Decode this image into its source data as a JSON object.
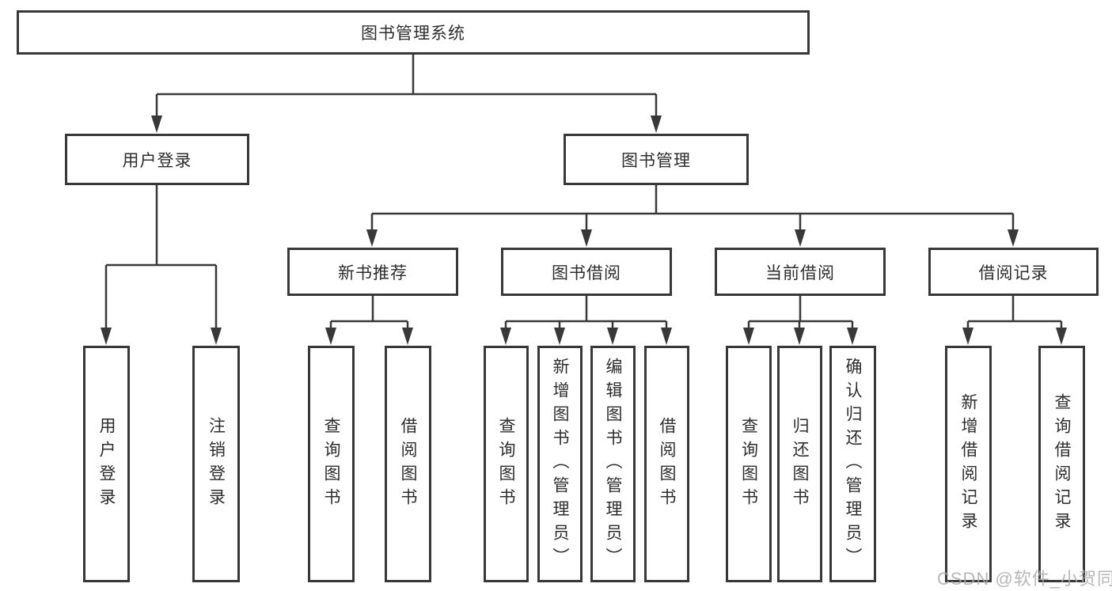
{
  "colors": {
    "line": "#383838",
    "text": "#2d2d2d",
    "box_background": "#ffffff",
    "page_background": "#ffffff",
    "watermark": "#ababab"
  },
  "diagram": {
    "root": {
      "label": "图书管理系统"
    },
    "branches": {
      "user_login": {
        "label": "用户登录",
        "children": [
          {
            "label": "用户登录"
          },
          {
            "label": "注销登录"
          }
        ]
      },
      "book_management": {
        "label": "图书管理",
        "children": [
          {
            "label": "新书推荐",
            "children": [
              {
                "label": "查询图书"
              },
              {
                "label": "借阅图书"
              }
            ]
          },
          {
            "label": "图书借阅",
            "children": [
              {
                "label": "查询图书"
              },
              {
                "label": "新增图书（管理员）"
              },
              {
                "label": "编辑图书（管理员）"
              },
              {
                "label": "借阅图书"
              }
            ]
          },
          {
            "label": "当前借阅",
            "children": [
              {
                "label": "查询图书"
              },
              {
                "label": "归还图书"
              },
              {
                "label": "确认归还（管理员）"
              }
            ]
          },
          {
            "label": "借阅记录",
            "children": [
              {
                "label": "新增借阅记录"
              },
              {
                "label": "查询借阅记录"
              }
            ]
          }
        ]
      }
    }
  },
  "watermark": {
    "text": "CSDN @软件_小贺同学"
  }
}
